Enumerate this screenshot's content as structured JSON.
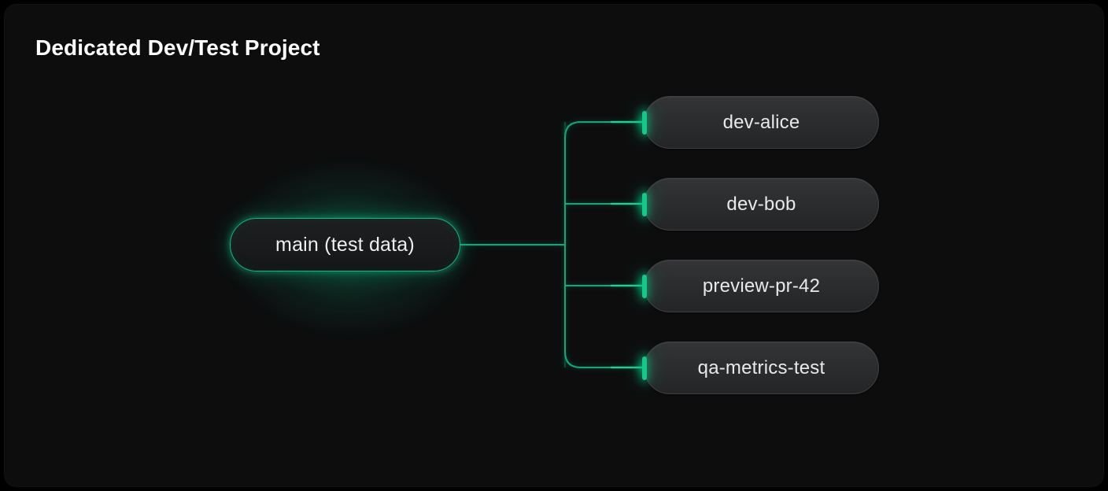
{
  "page": {
    "title": "Dedicated Dev/Test Project",
    "background_color": "#000000",
    "card_color": "#0d0d0e",
    "accent_color": "#10b981"
  },
  "diagram": {
    "type": "tree",
    "root": {
      "label": "main (test data)",
      "accent_color": "#10b981",
      "text_color": "#eceef0"
    },
    "branches": [
      {
        "label": "dev-alice"
      },
      {
        "label": "dev-bob"
      },
      {
        "label": "preview-pr-42"
      },
      {
        "label": "qa-metrics-test"
      }
    ]
  }
}
